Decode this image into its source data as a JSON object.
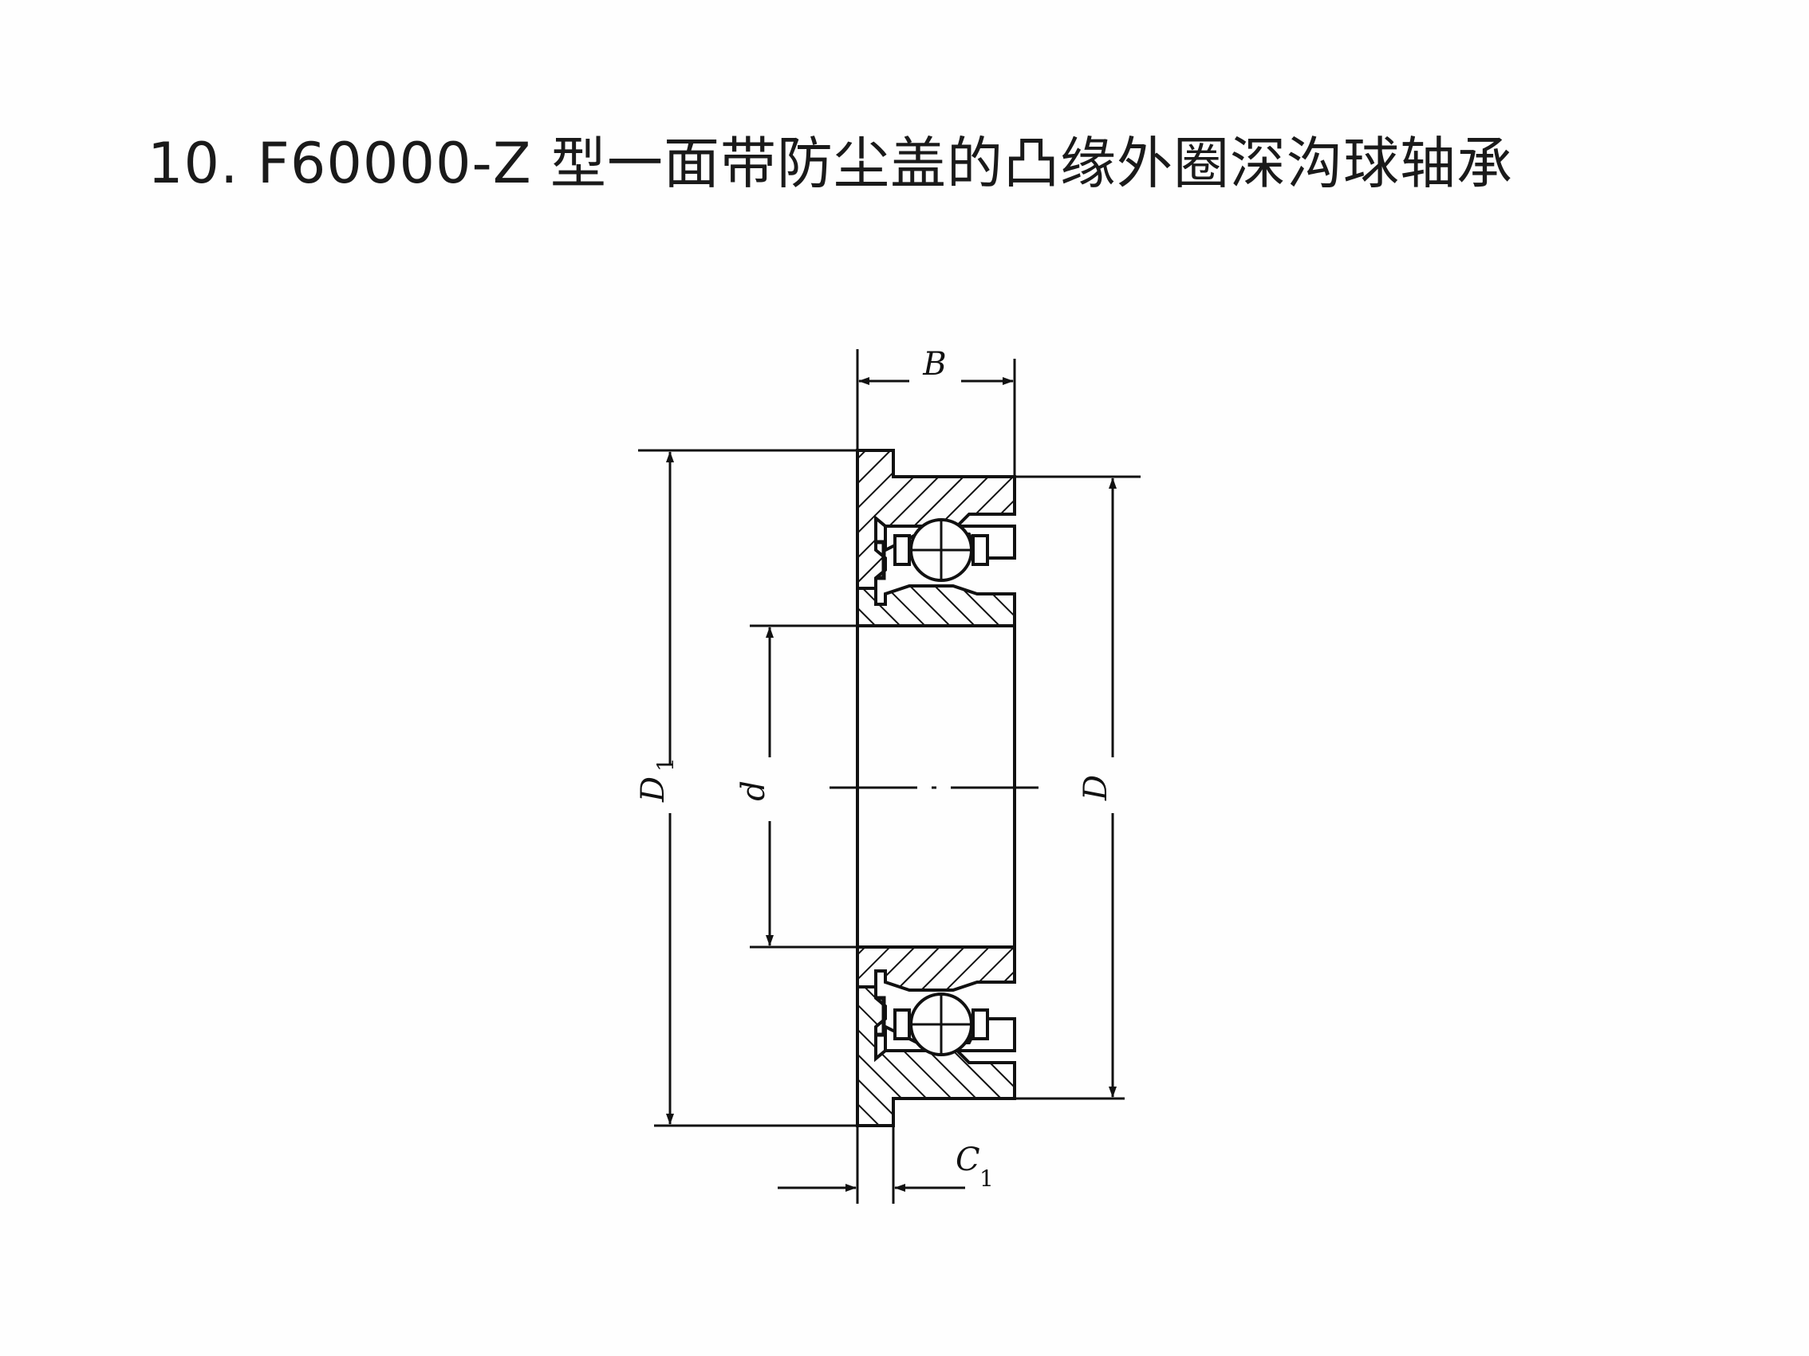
{
  "title": "10. F60000-Z 型一面带防尘盖的凸缘外圈深沟球轴承",
  "labels": {
    "B": "B",
    "D1": "D",
    "D1_sub": "1",
    "d": "d",
    "D": "D",
    "C1": "C",
    "C1_sub": "1"
  },
  "colors": {
    "ink": "#111111",
    "paper": "#fefefe"
  }
}
